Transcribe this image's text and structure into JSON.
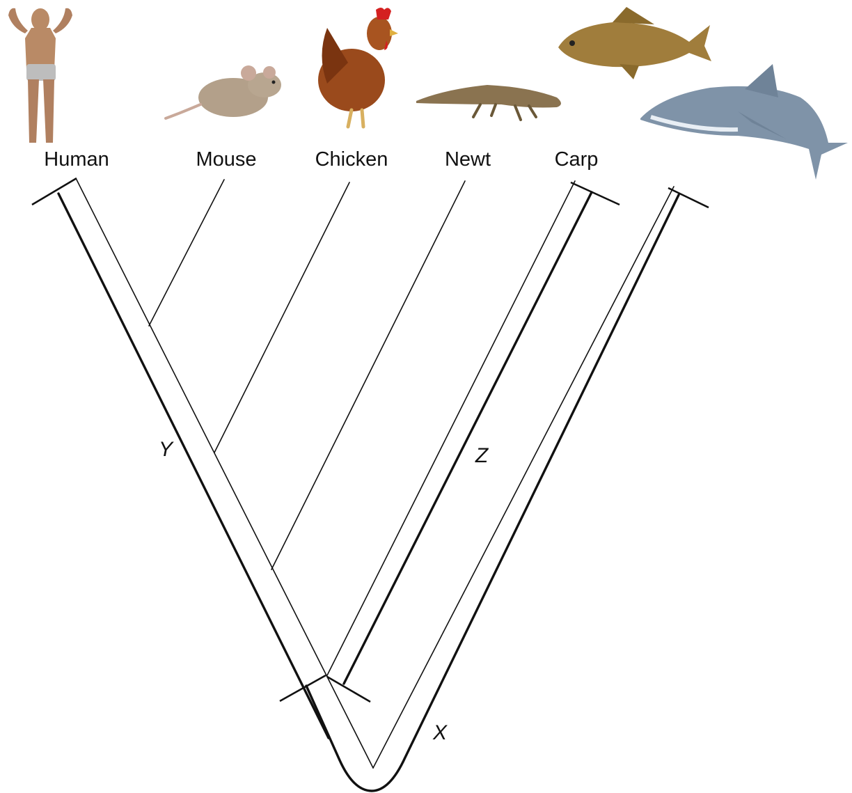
{
  "taxa": [
    {
      "label": "Human"
    },
    {
      "label": "Mouse"
    },
    {
      "label": "Chicken"
    },
    {
      "label": "Newt"
    },
    {
      "label": "Carp"
    }
  ],
  "branch_letters": {
    "x": "X",
    "y": "Y",
    "z": "Z"
  },
  "colors": {
    "line": "#111111",
    "human_skin": "#b98a66",
    "mouse_fur": "#b3a08a",
    "chicken": "#9a4a1c",
    "newt": "#8a7350",
    "carp": "#a07d3c",
    "shark": "#7f93a8"
  },
  "icons": [
    "human-figure",
    "mouse-animal",
    "chicken-animal",
    "newt-animal",
    "carp-fish",
    "shark-fish"
  ]
}
